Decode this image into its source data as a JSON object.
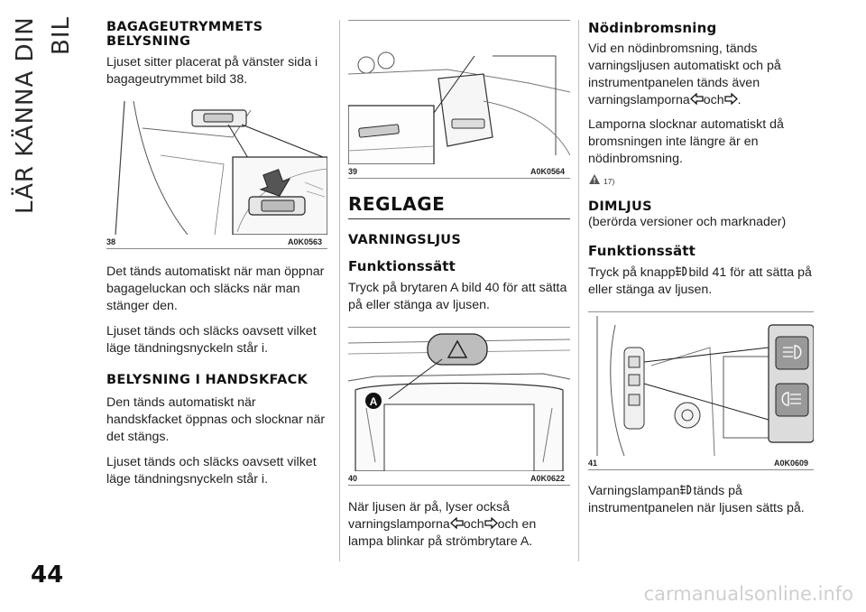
{
  "page": {
    "chapter_title": "LÄR KÄNNA DIN BIL",
    "page_number": "44",
    "watermark": "carmanualsonline.info"
  },
  "col1": {
    "h1": "BAGAGEUTRYMMETS BELYSNING",
    "p1": "Ljuset sitter placerat på vänster sida i bagageutrymmet bild 38.",
    "fig": {
      "num": "38",
      "code": "A0K0563"
    },
    "p2": "Det tänds automatiskt när man öppnar bagageluckan och släcks när man stänger den.",
    "p3": "Ljuset tänds och släcks oavsett vilket läge tändningsnyckeln står i.",
    "h2": "BELYSNING I HANDSKFACK",
    "p4": "Den tänds automatiskt när handskfacket öppnas och slocknar när det stängs.",
    "p5": "Ljuset tänds och släcks oavsett vilket läge tändningsnyckeln står i."
  },
  "col2": {
    "fig39": {
      "num": "39",
      "code": "A0K0564"
    },
    "main_heading": "REGLAGE",
    "h_varning": "VARNINGSLJUS",
    "h_funktion": "Funktionssätt",
    "p1": "Tryck på brytaren A bild 40 för att sätta på eller stänga av ljusen.",
    "fig40": {
      "num": "40",
      "code": "A0K0622",
      "marker": "A"
    },
    "p2_a": "När ljusen är på, lyser också varningslamporna",
    "p2_och": "och",
    "p2_b": "och en lampa blinkar på strömbrytare A."
  },
  "col3": {
    "h_nod": "Nödinbromsning",
    "p1_a": "Vid en nödinbromsning, tänds varningsljusen automatiskt och på instrumentpanelen tänds även varningslamporna",
    "p1_och": "och",
    "p1_end": ".",
    "p2": "Lamporna slocknar automatiskt då bromsningen inte längre är en nödinbromsning.",
    "note_num": "17)",
    "h_dim": "DIMLJUS",
    "dim_sub": "(berörda versioner och marknader)",
    "h_funktion": "Funktionssätt",
    "p3_a": "Tryck på knapp",
    "p3_b": "bild 41 för att sätta på eller stänga av ljusen.",
    "fig41": {
      "num": "41",
      "code": "A0K0609"
    },
    "p4_a": "Varningslampan",
    "p4_b": "tänds på instrumentpanelen när ljusen sätts på."
  },
  "icons": {
    "turn_left": "turn-signal-left-icon",
    "turn_right": "turn-signal-right-icon",
    "fog_light": "front-fog-light-icon",
    "warning": "warning-triangle-icon"
  }
}
